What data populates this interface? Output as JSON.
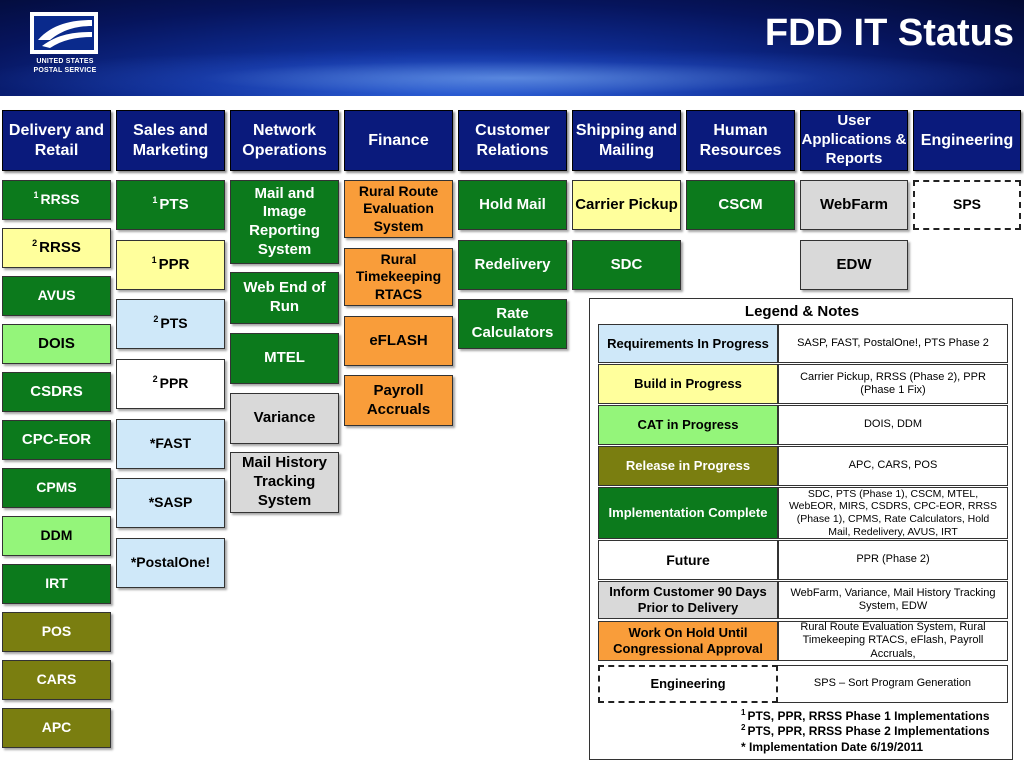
{
  "header": {
    "title": "FDD IT Status",
    "logo_line1": "UNITED STATES",
    "logo_line2": "POSTAL SERVICE",
    "logo_icon": "usps-eagle-icon"
  },
  "colors": {
    "header_blue": "#0a1a7c",
    "implementation_complete": "#0c7a1c",
    "cat_in_progress": "#94f57a",
    "build_in_progress": "#ffff9c",
    "requirements_in_progress": "#cfe8f9",
    "release_in_progress": "#7a7e10",
    "work_on_hold": "#f99d3a",
    "inform_customer": "#d9d9d9",
    "future": "#ffffff"
  },
  "columns": {
    "delivery": {
      "header": "Delivery and Retail",
      "items": [
        {
          "sup": "1",
          "label": "RRSS"
        },
        {
          "sup": "2",
          "label": "RRSS"
        },
        {
          "label": "AVUS"
        },
        {
          "label": "DOIS"
        },
        {
          "label": "CSDRS"
        },
        {
          "label": "CPC-EOR"
        },
        {
          "label": "CPMS"
        },
        {
          "label": "DDM"
        },
        {
          "label": "IRT"
        },
        {
          "label": "POS"
        },
        {
          "label": "CARS"
        },
        {
          "label": "APC"
        }
      ]
    },
    "sales": {
      "header": "Sales and Marketing",
      "items": [
        {
          "sup": "1",
          "label": "PTS"
        },
        {
          "sup": "1",
          "label": "PPR"
        },
        {
          "sup": "2",
          "label": "PTS"
        },
        {
          "sup": "2",
          "label": "PPR"
        },
        {
          "label": "*FAST"
        },
        {
          "label": "*SASP"
        },
        {
          "label": "*PostalOne!"
        }
      ]
    },
    "network": {
      "header": "Network Operations",
      "items": [
        {
          "label": "Mail and Image Reporting System"
        },
        {
          "label": "Web End of Run"
        },
        {
          "label": "MTEL"
        },
        {
          "label": "Variance"
        },
        {
          "label": "Mail History Tracking System"
        }
      ]
    },
    "finance": {
      "header": "Finance",
      "items": [
        {
          "label": "Rural Route Evaluation System"
        },
        {
          "label": "Rural Timekeeping RTACS"
        },
        {
          "label": "eFLASH"
        },
        {
          "label": "Payroll Accruals"
        }
      ]
    },
    "customer": {
      "header": "Customer Relations",
      "items": [
        {
          "label": "Hold Mail"
        },
        {
          "label": "Redelivery"
        },
        {
          "label": "Rate Calculators"
        }
      ]
    },
    "shipping": {
      "header": "Shipping and Mailing",
      "items": [
        {
          "label": "Carrier Pickup"
        },
        {
          "label": "SDC"
        }
      ]
    },
    "hr": {
      "header": "Human Resources",
      "items": [
        {
          "label": "CSCM"
        }
      ]
    },
    "userapps": {
      "header": "User Applications & Reports",
      "items": [
        {
          "label": "WebFarm"
        },
        {
          "label": "EDW"
        }
      ]
    },
    "engineering": {
      "header": "Engineering",
      "items": [
        {
          "label": "SPS"
        }
      ]
    }
  },
  "legend": {
    "title": "Legend & Notes",
    "rows": [
      {
        "key": "Requirements In Progress",
        "value": "SASP, FAST, PostalOne!, PTS Phase 2"
      },
      {
        "key": "Build in Progress",
        "value": "Carrier Pickup, RRSS (Phase 2), PPR (Phase 1 Fix)"
      },
      {
        "key": "CAT in Progress",
        "value": "DOIS, DDM"
      },
      {
        "key": "Release in Progress",
        "value": "APC, CARS, POS"
      },
      {
        "key": "Implementation Complete",
        "value": "SDC, PTS (Phase 1), CSCM, MTEL, WebEOR, MIRS, CSDRS, CPC-EOR, RRSS (Phase 1), CPMS, Rate Calculators, Hold Mail, Redelivery, AVUS, IRT"
      },
      {
        "key": "Future",
        "value": "PPR (Phase 2)"
      },
      {
        "key": "Inform Customer 90 Days Prior to Delivery",
        "value": "WebFarm, Variance, Mail History Tracking System, EDW"
      },
      {
        "key": "Work On Hold Until Congressional Approval",
        "value": "Rural Route Evaluation System, Rural Timekeeping RTACS, eFlash, Payroll Accruals,"
      },
      {
        "key": "Engineering",
        "value": "SPS – Sort Program Generation"
      }
    ],
    "notes": [
      {
        "sup": "1",
        "text": "PTS, PPR, RRSS Phase 1 Implementations"
      },
      {
        "sup": "2",
        "text": "PTS, PPR, RRSS Phase 2 Implementations"
      },
      {
        "text": "* Implementation Date 6/19/2011"
      }
    ]
  }
}
